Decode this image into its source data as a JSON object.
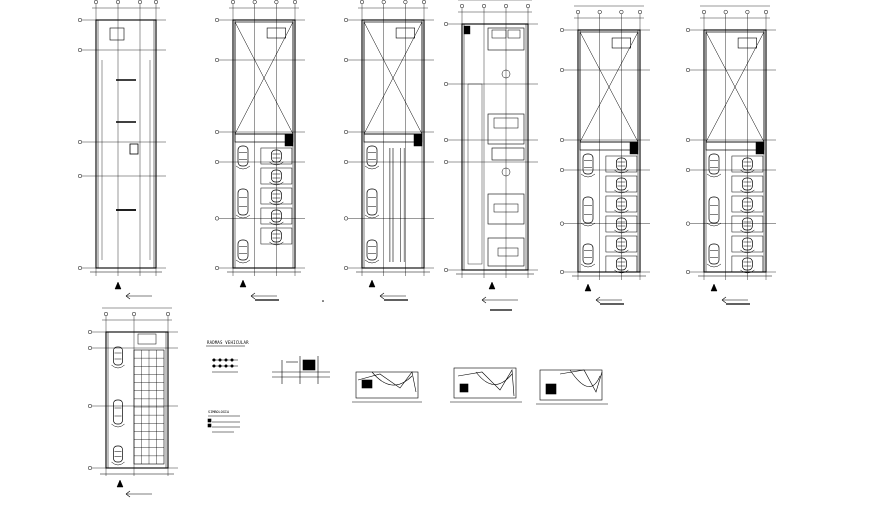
{
  "drawing": {
    "title": "",
    "background": "#ffffff",
    "line_color": "#000000",
    "panels": [
      {
        "name": "plan-1",
        "kind": "ground-floor-plan"
      },
      {
        "name": "plan-2",
        "kind": "parking-plan-x-void"
      },
      {
        "name": "plan-3",
        "kind": "parking-plan-x-void"
      },
      {
        "name": "plan-4",
        "kind": "unit-layout-plan"
      },
      {
        "name": "plan-5",
        "kind": "parking-plan-x-void"
      },
      {
        "name": "plan-6",
        "kind": "parking-plan-x-void"
      },
      {
        "name": "plan-7",
        "kind": "parking-grid-plan"
      }
    ],
    "legend": {
      "heading": "RADMAS VEHICULAR",
      "subheading": "SIMBOLOGIA"
    }
  }
}
